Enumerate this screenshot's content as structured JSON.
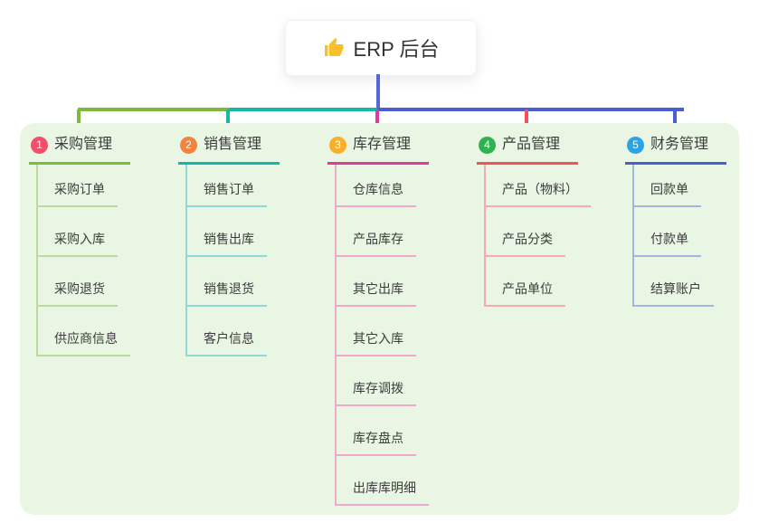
{
  "root": {
    "title": "ERP 后台",
    "icon": "thumbs-up-icon",
    "stem_color": "#5566d6"
  },
  "panel": {
    "background_color": "#e9f6e3"
  },
  "branches": [
    {
      "badge": "1",
      "title": "采购管理",
      "accent_color": "#7eba3c",
      "line_color": "#b9dc9b",
      "badge_color": "#f0506b",
      "items": [
        "采购订单",
        "采购入库",
        "采购退货",
        "供应商信息"
      ]
    },
    {
      "badge": "2",
      "title": "销售管理",
      "accent_color": "#14b8ab",
      "line_color": "#8ed9d3",
      "badge_color": "#f5823f",
      "items": [
        "销售订单",
        "销售出库",
        "销售退货",
        "客户信息"
      ]
    },
    {
      "badge": "3",
      "title": "库存管理",
      "accent_color": "#e03a9f",
      "line_color": "#f0a9ce",
      "badge_color": "#f7b02a",
      "items": [
        "仓库信息",
        "产品库存",
        "其它出库",
        "其它入库",
        "库存调拨",
        "库存盘点",
        "出库库明细"
      ]
    },
    {
      "badge": "4",
      "title": "产品管理",
      "accent_color": "#f5515c",
      "line_color": "#f7abab",
      "badge_color": "#2eb350",
      "items": [
        "产品（物料）",
        "产品分类",
        "产品单位"
      ]
    },
    {
      "badge": "5",
      "title": "财务管理",
      "accent_color": "#4a5ed3",
      "line_color": "#a4b4de",
      "badge_color": "#2aa4e8",
      "items": [
        "回款单",
        "付款单",
        "结算账户"
      ]
    }
  ]
}
